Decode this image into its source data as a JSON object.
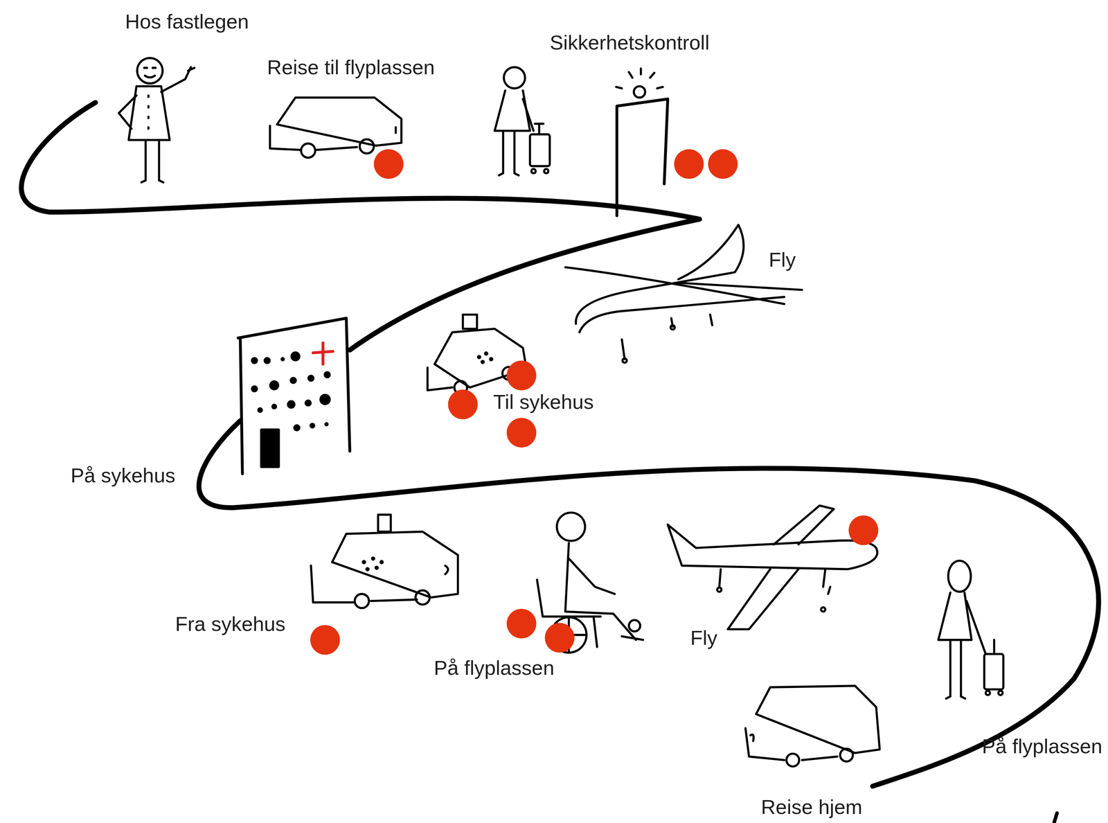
{
  "diagram": {
    "labels": [
      "Hos fastlegen",
      "Reise til flyplassen",
      "Sikkerhetskontroll",
      "Fly",
      "Til sykehus",
      "På sykehus",
      "Fra sykehus",
      "På flyplassen",
      "Fly",
      "På flyplassen",
      "Reise hjem"
    ]
  }
}
